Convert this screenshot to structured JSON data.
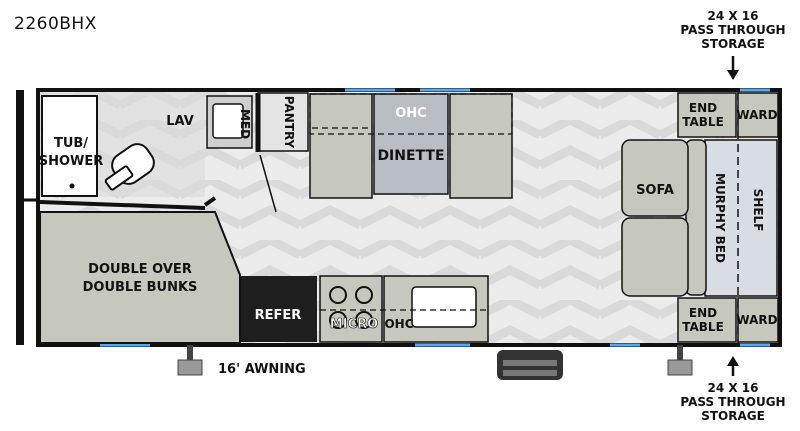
{
  "model": "2260BHX",
  "top_storage": [
    "24 X 16",
    "PASS THROUGH",
    "STORAGE"
  ],
  "bottom_storage": [
    "24 X 16",
    "PASS THROUGH",
    "STORAGE"
  ],
  "rooms": {
    "tub_shower": [
      "TUB/",
      "SHOWER"
    ],
    "lav": "LAV",
    "med": "MED",
    "pantry": "PANTRY",
    "ohc_top": "OHC",
    "dinette": "DINETTE",
    "end_table_top": [
      "END",
      "TABLE"
    ],
    "ward_top": "WARD",
    "sofa": "SOFA",
    "murphy_bed": "MURPHY BED",
    "shelf": "SHELF",
    "bunks": [
      "DOUBLE OVER",
      "DOUBLE BUNKS"
    ],
    "refer": "REFER",
    "micro": "MICRO",
    "ohc_bottom": "OHC",
    "end_table_bottom": [
      "END",
      "TABLE"
    ],
    "ward_bottom": "WARD"
  },
  "awning": "16' AWNING"
}
